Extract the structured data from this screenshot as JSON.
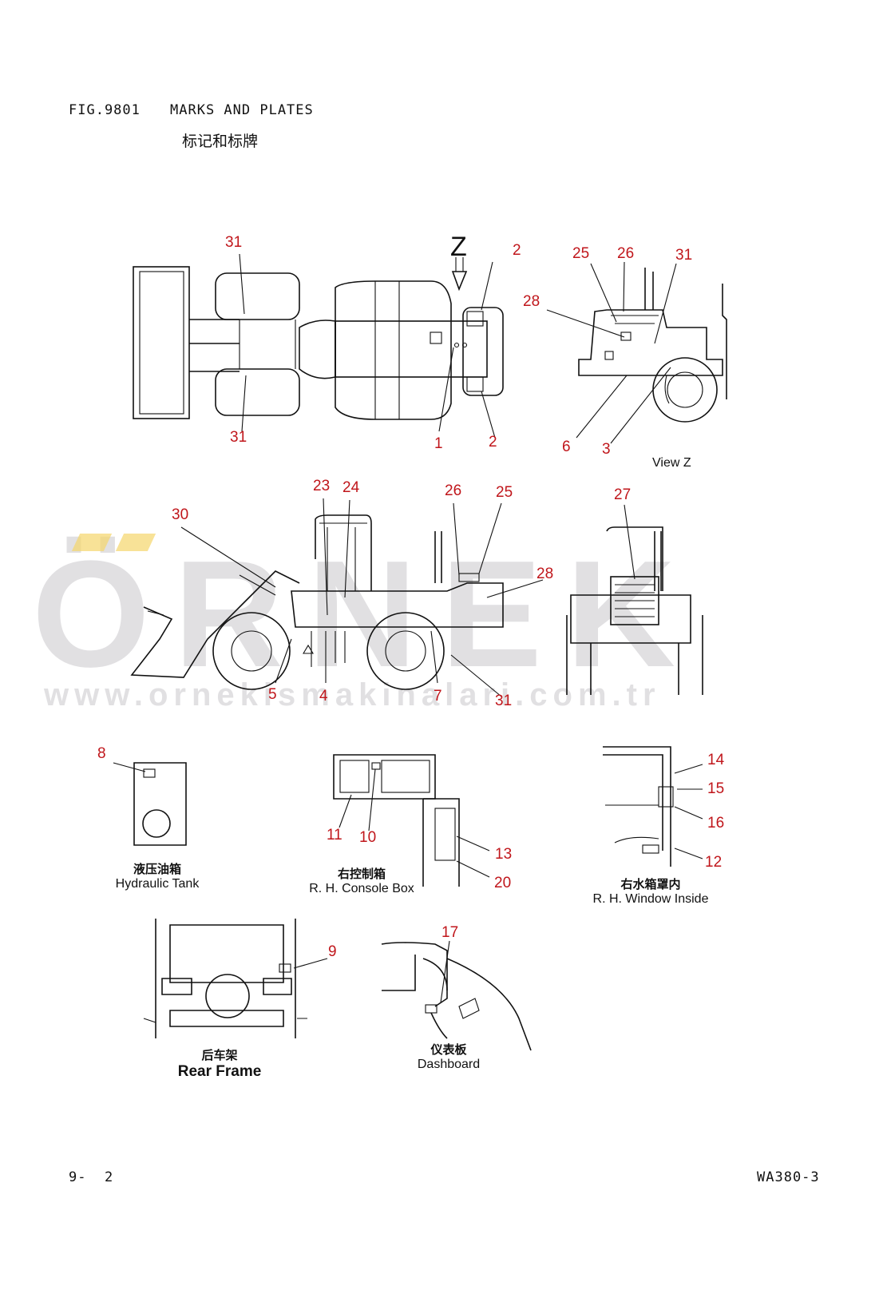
{
  "header": {
    "fig": "FIG.9801",
    "title_en": "MARKS AND PLATES",
    "title_cn": "标记和标牌"
  },
  "view_marker": "Z",
  "view_label": "View Z",
  "callouts": {
    "top_31a": "31",
    "top_31b": "31",
    "top_2a": "2",
    "top_2b": "2",
    "top_1": "1",
    "vz_25": "25",
    "vz_26": "26",
    "vz_31": "31",
    "vz_28": "28",
    "vz_6": "6",
    "vz_3": "3",
    "side_30": "30",
    "side_23": "23",
    "side_24": "24",
    "side_26": "26",
    "side_25": "25",
    "side_28": "28",
    "side_5": "5",
    "side_4": "4",
    "side_7": "7",
    "side_31": "31",
    "rear_27": "27",
    "ht_8": "8",
    "cb_11": "11",
    "cb_10": "10",
    "cb_13": "13",
    "cb_20": "20",
    "wi_14": "14",
    "wi_15": "15",
    "wi_16": "16",
    "wi_12": "12",
    "rf_9": "9",
    "db_17": "17"
  },
  "captions": {
    "hydraulic_cn": "液压油箱",
    "hydraulic_en": "Hydraulic Tank",
    "console_cn": "右控制箱",
    "console_en": "R. H.  Console Box",
    "window_cn": "右水箱罩内",
    "window_en": "R. H.  Window Inside",
    "rear_cn": "后车架",
    "rear_en": "Rear Frame",
    "dash_cn": "仪表板",
    "dash_en": "Dashboard"
  },
  "watermark": {
    "brand": "ÖRNEK",
    "url": "www.ornekismakinalari.com.tr",
    "colors": {
      "grey": "#c9c7cc",
      "accent": "#f5d56b",
      "callout": "#c0161b"
    }
  },
  "footer": {
    "page": "9-  2",
    "model": "WA380-3"
  }
}
